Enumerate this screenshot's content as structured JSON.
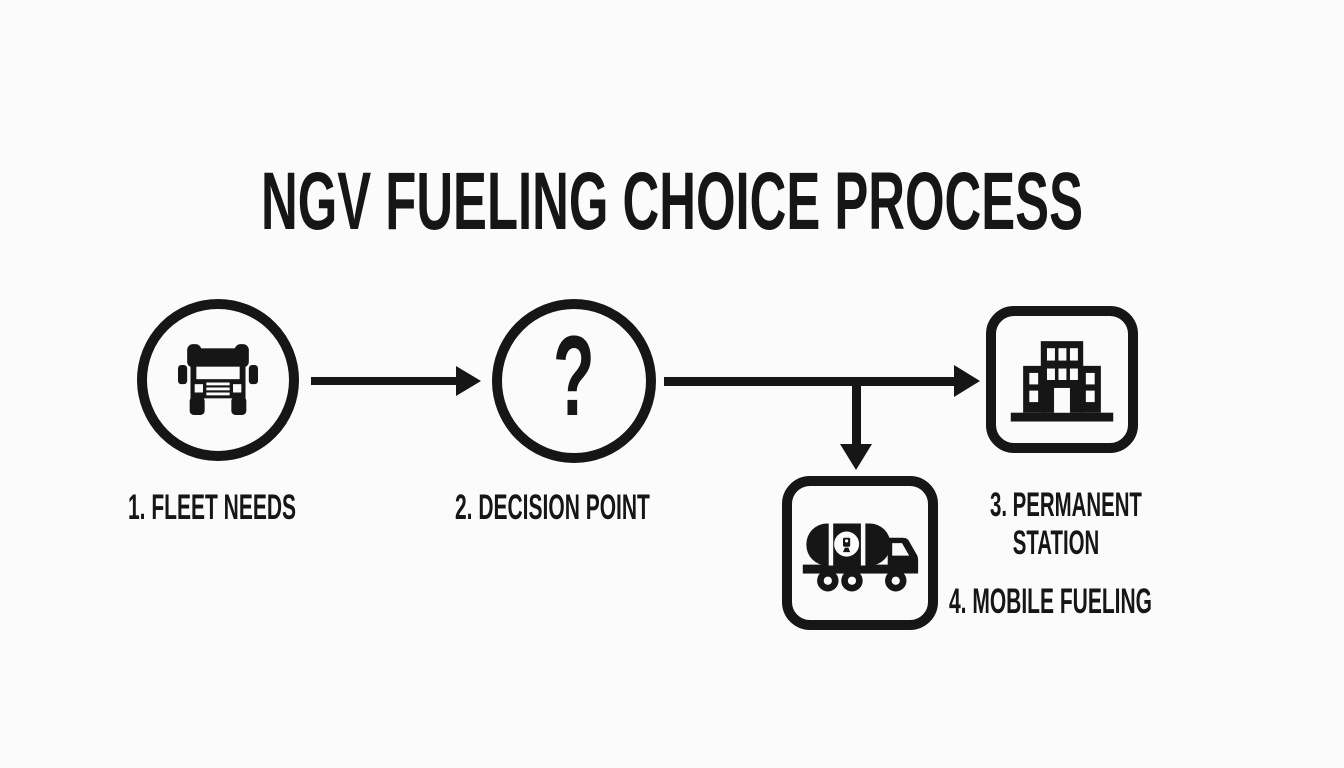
{
  "title": "NGV FUELING CHOICE PROCESS",
  "colors": {
    "ink": "#161616",
    "background": "#fbfbfb"
  },
  "nodes": [
    {
      "id": "fleet-needs",
      "step": 1,
      "label": "1. FLEET NEEDS",
      "shape": "circle",
      "icon": "truck-front-icon"
    },
    {
      "id": "decision-point",
      "step": 2,
      "label": "2. DECISION POINT",
      "shape": "circle",
      "icon": "question-mark-glyph",
      "glyph": "?"
    },
    {
      "id": "permanent-station",
      "step": 3,
      "label": "3. PERMANENT STATION",
      "label_line1": "3. PERMANENT",
      "label_line2": "STATION",
      "shape": "rounded-square",
      "icon": "building-icon"
    },
    {
      "id": "mobile-fueling",
      "step": 4,
      "label": "4. MOBILE FUELING",
      "shape": "rounded-square",
      "icon": "tanker-truck-icon"
    }
  ],
  "edges": [
    {
      "from": "fleet-needs",
      "to": "decision-point",
      "direction": "right"
    },
    {
      "from": "decision-point",
      "to": "permanent-station",
      "direction": "right"
    },
    {
      "from": "decision-point",
      "to": "mobile-fueling",
      "direction": "down"
    }
  ]
}
